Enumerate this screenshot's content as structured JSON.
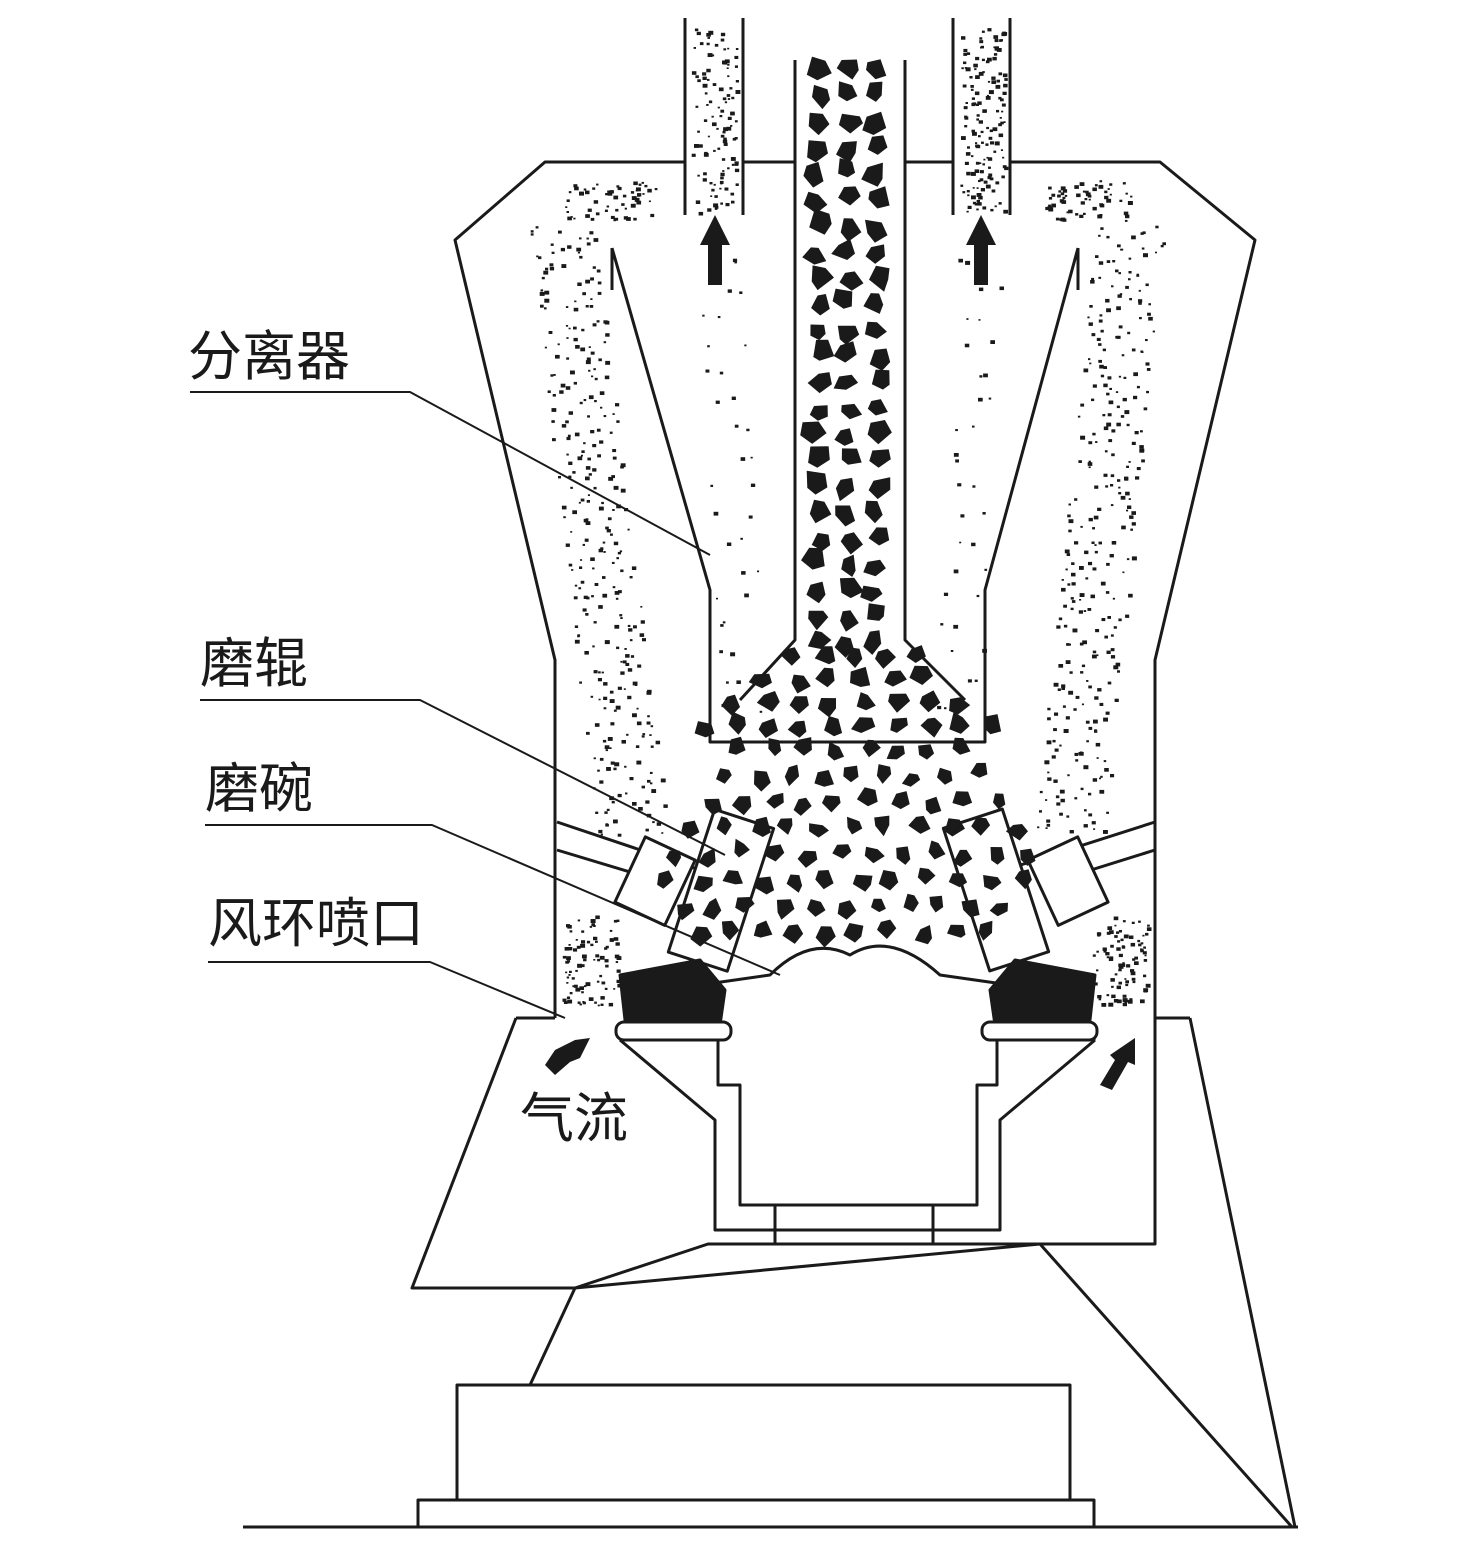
{
  "labels": {
    "separator": "分离器",
    "grinding_roller": "磨辊",
    "grinding_bowl": "磨碗",
    "air_ring_nozzle": "风环喷口",
    "airflow": "气流"
  },
  "colors": {
    "line": "#1a1a1a",
    "fill": "#ffffff",
    "particles": "#1a1a1a"
  }
}
